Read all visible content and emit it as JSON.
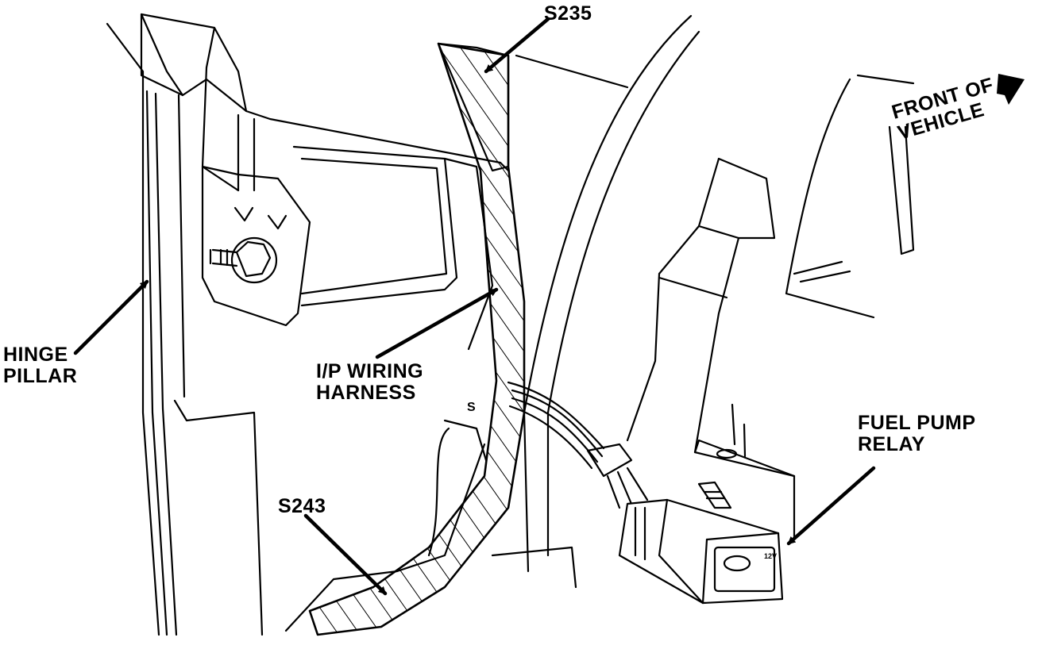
{
  "labels": {
    "s235": "S235",
    "front_of_vehicle": [
      "FRONT OF",
      "VEHICLE"
    ],
    "hinge_pillar": [
      "HINGE",
      "PILLAR"
    ],
    "ip_wiring_harness": [
      "I/P WIRING",
      "HARNESS"
    ],
    "fuel_pump_relay": [
      "FUEL PUMP",
      "RELAY"
    ],
    "s243": "S243",
    "relay_marking": "12V",
    "small_mark": "S"
  },
  "colors": {
    "ink": "#000000",
    "paper": "#ffffff"
  }
}
